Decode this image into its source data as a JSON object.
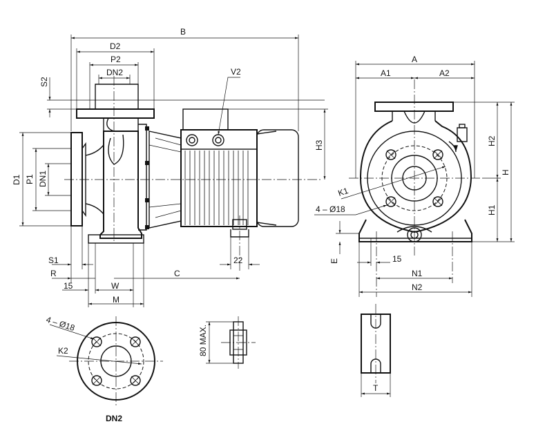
{
  "labels": {
    "B": "B",
    "D2": "D2",
    "P2": "P2",
    "DN2_top": "DN2",
    "S2": "S2",
    "V2": "V2",
    "H3": "H3",
    "D1": "D1",
    "P1": "P1",
    "DN1": "DN1",
    "S1": "S1",
    "R": "R",
    "dim_15_left": "15",
    "W": "W",
    "C": "C",
    "M": "M",
    "dim_22": "22",
    "A": "A",
    "A1": "A1",
    "A2": "A2",
    "H2": "H2",
    "H": "H",
    "H1": "H1",
    "K1": "K1",
    "holes_front": "4 – Ø18",
    "E": "E",
    "dim_15_right": "15",
    "N1": "N1",
    "N2": "N2",
    "holes_flange": "4 – Ø18",
    "K2": "K2",
    "DN2_bottom": "DN2",
    "max80": "80 MAX.",
    "T": "T"
  }
}
